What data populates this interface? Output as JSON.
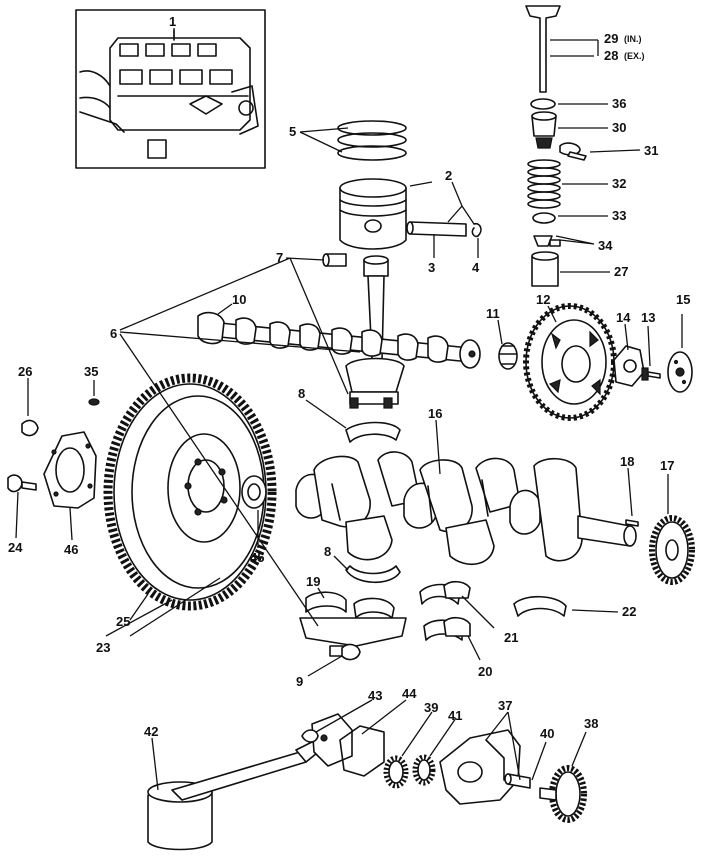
{
  "labels": {
    "l1": "1",
    "l2": "2",
    "l3": "3",
    "l4": "4",
    "l5": "5",
    "l6": "6",
    "l7": "7",
    "l8a": "8",
    "l8b": "8",
    "l9": "9",
    "l10": "10",
    "l11": "11",
    "l12": "12",
    "l13": "13",
    "l14": "14",
    "l15": "15",
    "l16": "16",
    "l17": "17",
    "l18": "18",
    "l19": "19",
    "l20": "20",
    "l21": "21",
    "l22": "22",
    "l23": "23",
    "l24": "24",
    "l25": "25",
    "l26": "26",
    "l27": "27",
    "l28": "28",
    "l29": "29",
    "l30": "30",
    "l31": "31",
    "l32": "32",
    "l33": "33",
    "l34": "34",
    "l35": "35",
    "l36": "36",
    "l37": "37",
    "l38": "38",
    "l39": "39",
    "l40": "40",
    "l41": "41",
    "l42": "42",
    "l43": "43",
    "l44": "44",
    "l45": "45",
    "l46": "46"
  },
  "notes": {
    "in": "(IN.)",
    "ex": "(EX.)"
  },
  "colors": {
    "ink": "#111111",
    "paper": "#ffffff"
  }
}
